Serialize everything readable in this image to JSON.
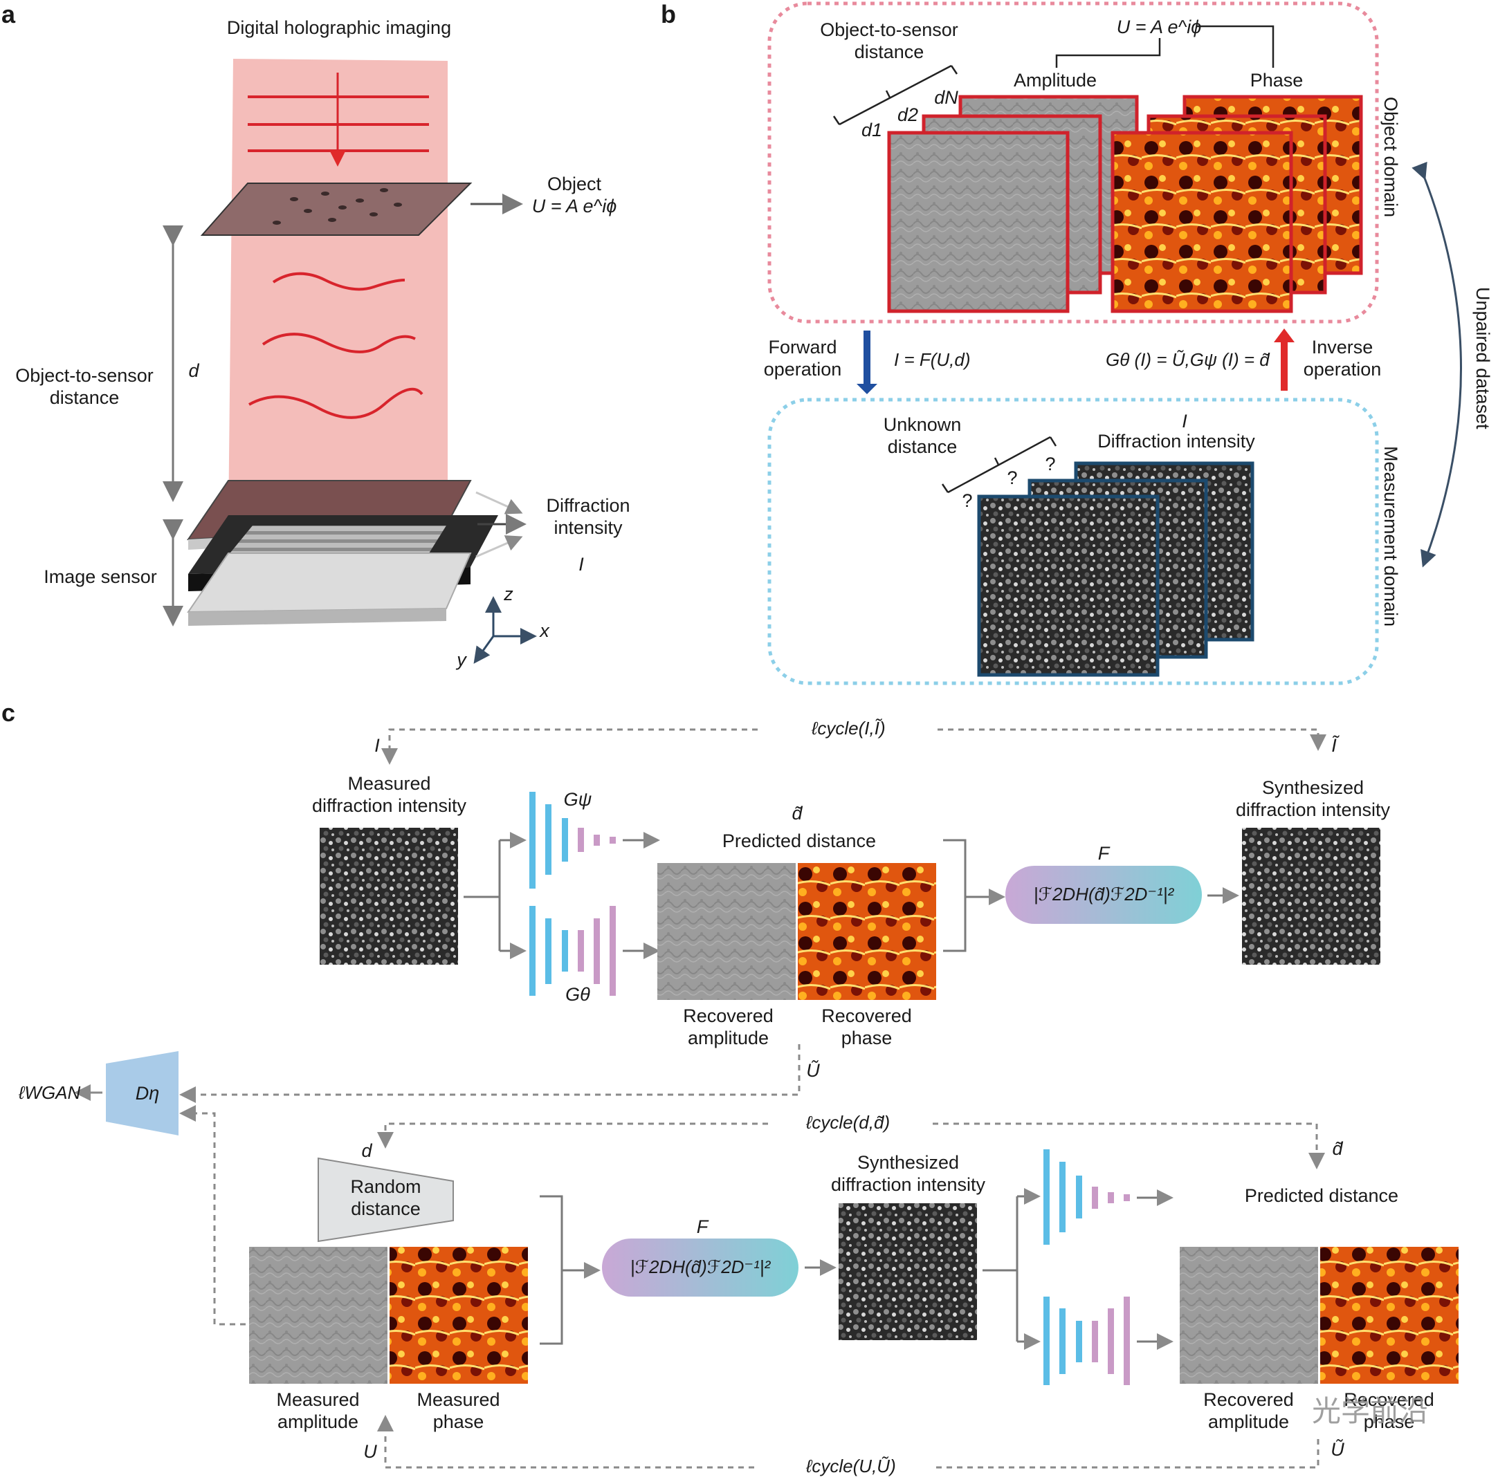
{
  "panels": {
    "a": "a",
    "b": "b",
    "c": "c"
  },
  "panel_a": {
    "title": "Digital holographic imaging",
    "object_label": "Object",
    "object_eq": "U = A e^iϕ",
    "distance_label": "Object-to-sensor\ndistance",
    "d_symbol": "d",
    "diffraction_label": "Diffraction\nintensity",
    "i_symbol": "I",
    "sensor_label": "Image sensor",
    "axis_z": "z",
    "axis_x": "x",
    "axis_y": "y"
  },
  "panel_b": {
    "obj_dist_label": "Object-to-sensor\ndistance",
    "u_eq": "U = A e^iϕ",
    "amplitude_label": "Amplitude",
    "phase_label": "Phase",
    "d1": "d1",
    "d2": "d2",
    "dN": "dN",
    "object_domain": "Object domain",
    "measurement_domain": "Measurement domain",
    "unpaired": "Unpaired dataset",
    "forward_label": "Forward\noperation",
    "forward_eq": "I = F(U,d)",
    "inverse_label": "Inverse\noperation",
    "inverse_eq": "Gθ (I) = Ũ,Gψ (I) = d̃",
    "unknown_label": "Unknown\ndistance",
    "i_symbol": "I",
    "diffraction_label": "Diffraction intensity",
    "q1": "?",
    "q2": "?",
    "q3": "?"
  },
  "panel_c": {
    "cycle_I": "ℓcycle(I,Ĩ)",
    "I_sym": "I",
    "I_tilde": "Ĩ",
    "measured_diff": "Measured\ndiffraction intensity",
    "g_psi": "Gψ",
    "g_theta": "Gθ",
    "d_tilde": "d̃",
    "predicted_distance": "Predicted distance",
    "F_sym": "F",
    "formula": "|ℱ2DH(d̃)ℱ2D⁻¹|²",
    "synth_diff": "Synthesized\ndiffraction intensity",
    "rec_amp": "Recovered\namplitude",
    "rec_phase": "Recovered\nphase",
    "U_tilde": "Ũ",
    "wgan": "ℓWGAN",
    "d_eta": "Dη",
    "cycle_d": "ℓcycle(d,d̃)",
    "d_sym": "d",
    "d_tilde2": "d̃",
    "random_distance": "Random\ndistance",
    "F_sym2": "F",
    "formula2": "|ℱ2DH(d̃)ℱ2D⁻¹|²",
    "synth_diff2": "Synthesized\ndiffraction intensity",
    "predicted_distance2": "Predicted distance",
    "meas_amp": "Measured\namplitude",
    "meas_phase": "Measured\nphase",
    "rec_amp2": "Recovered\namplitude",
    "rec_phase2": "Recovered\nphase",
    "U_sym": "U",
    "U_tilde2": "Ũ",
    "cycle_U": "ℓcycle(U,Ũ)"
  },
  "watermark": "光学前沿",
  "colors": {
    "red_frame": "#d0222b",
    "blue_frame": "#1c4a6e",
    "pink_dash": "#e88a9c",
    "cyan_dash": "#8ccfe8",
    "net_blue": "#5bbde6",
    "net_pink": "#c99ac6",
    "arrow_gray": "#7a7a7a",
    "forward_blue": "#1f4fa0",
    "inverse_red": "#e02a2a",
    "beam": "#f3b6b3"
  }
}
